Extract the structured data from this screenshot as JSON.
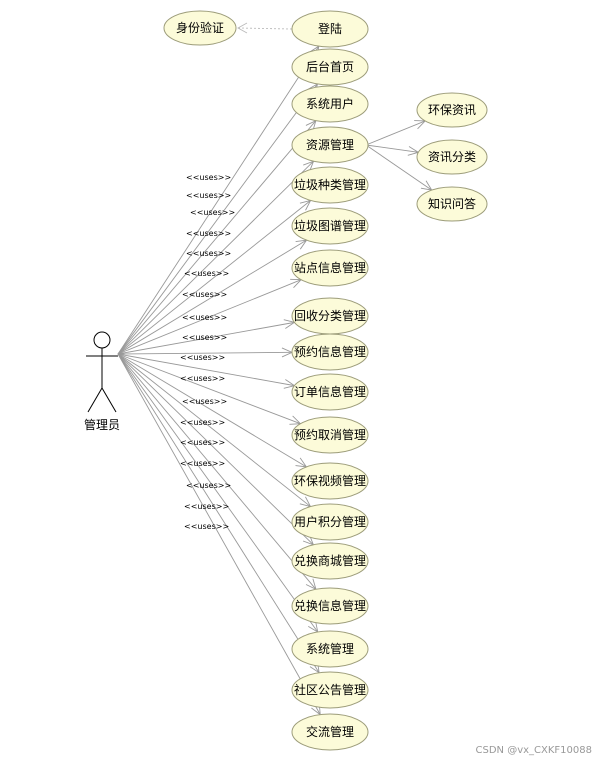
{
  "actor": {
    "label": "管理员"
  },
  "auth": {
    "label": "身份验证"
  },
  "use_cases": [
    {
      "id": "login",
      "label": "登陆"
    },
    {
      "id": "home",
      "label": "后台首页"
    },
    {
      "id": "sys-user",
      "label": "系统用户"
    },
    {
      "id": "resource",
      "label": "资源管理"
    },
    {
      "id": "garbage-type",
      "label": "垃圾种类管理"
    },
    {
      "id": "garbage-atlas",
      "label": "垃圾图谱管理"
    },
    {
      "id": "station-info",
      "label": "站点信息管理"
    },
    {
      "id": "recycle-cat",
      "label": "回收分类管理"
    },
    {
      "id": "booking-info",
      "label": "预约信息管理"
    },
    {
      "id": "order-info",
      "label": "订单信息管理"
    },
    {
      "id": "booking-cancel",
      "label": "预约取消管理"
    },
    {
      "id": "eco-video",
      "label": "环保视频管理"
    },
    {
      "id": "user-points",
      "label": "用户积分管理"
    },
    {
      "id": "exchange-mall",
      "label": "兑换商城管理"
    },
    {
      "id": "exchange-info",
      "label": "兑换信息管理"
    },
    {
      "id": "system-mgmt",
      "label": "系统管理"
    },
    {
      "id": "community-notice",
      "label": "社区公告管理"
    },
    {
      "id": "exchange-comm",
      "label": "交流管理"
    }
  ],
  "sub_cases": [
    {
      "id": "eco-news",
      "label": "环保资讯"
    },
    {
      "id": "news-cat",
      "label": "资讯分类"
    },
    {
      "id": "qa",
      "label": "知识问答"
    }
  ],
  "uses_label": "<<uses>>",
  "watermark": "CSDN @vx_CXKF10088"
}
